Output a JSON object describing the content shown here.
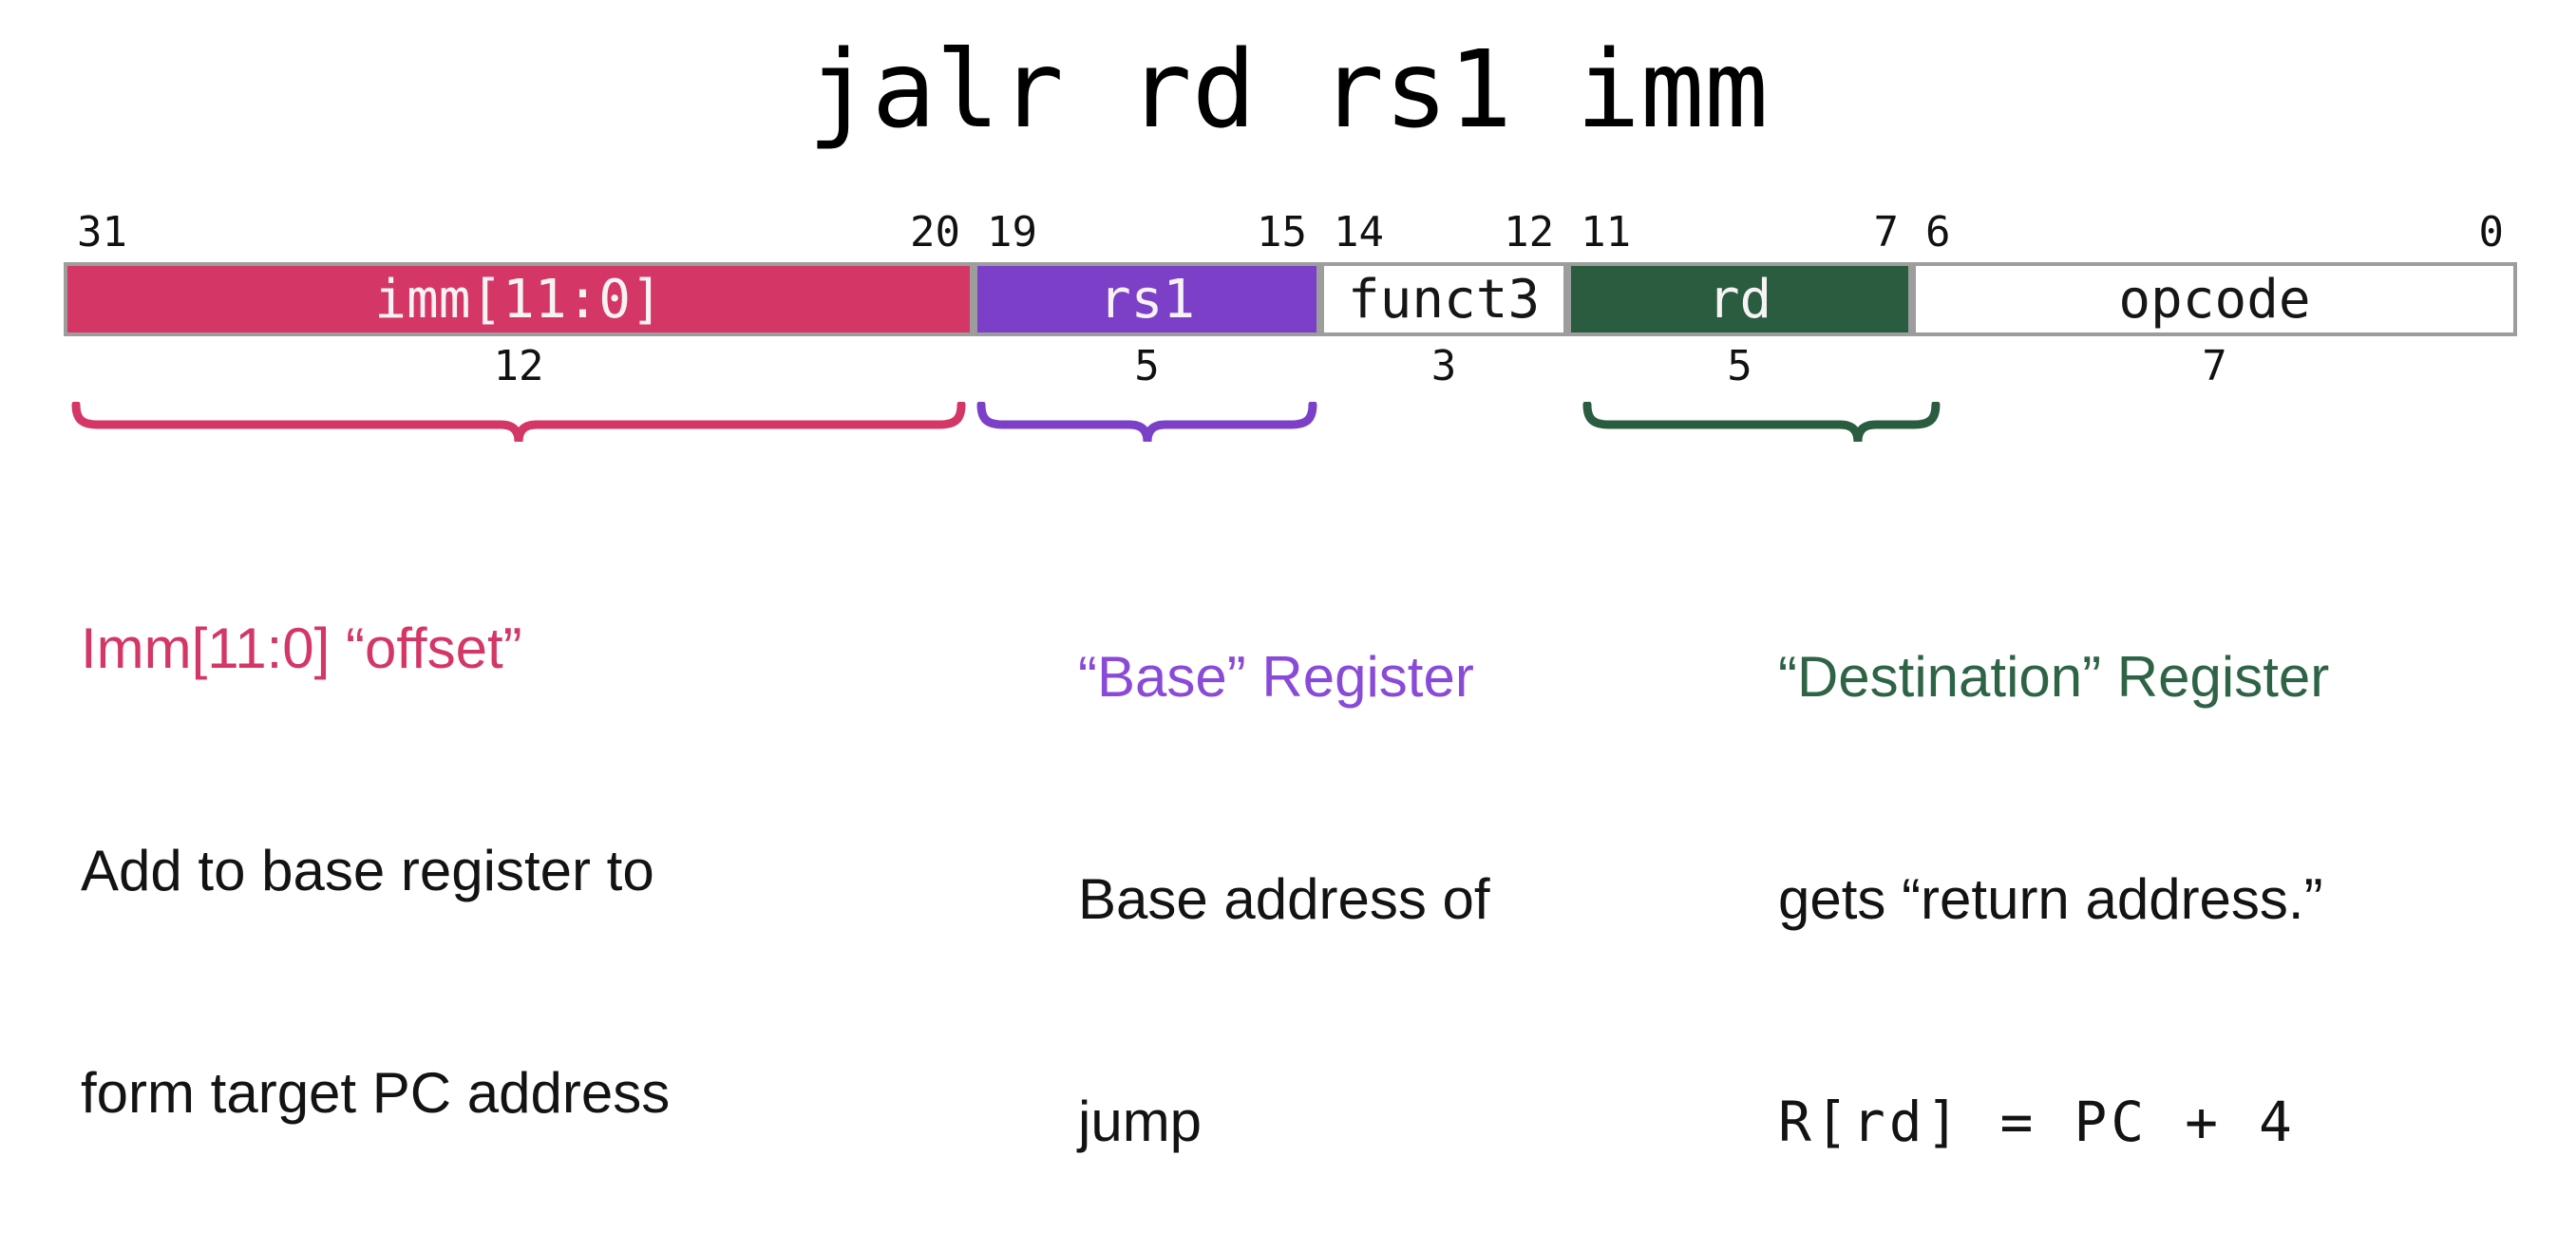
{
  "page_title": "jalr rd rs1 imm",
  "instruction": {
    "border_color": "#9d9d9d",
    "fields": [
      {
        "label": "imm[11:0]",
        "bit_high": "31",
        "bit_low": "20",
        "width_bits": "12",
        "fill": "#d43766",
        "text": "#f7f3f4",
        "brace": true,
        "brace_tip": 0.5
      },
      {
        "label": "rs1",
        "bit_high": "19",
        "bit_low": "15",
        "width_bits": "5",
        "fill": "#7c40c8",
        "text": "#f7f3f4",
        "brace": true,
        "brace_tip": 0.5
      },
      {
        "label": "funct3",
        "bit_high": "14",
        "bit_low": "12",
        "width_bits": "3",
        "fill": "#ffffff",
        "text": "#161616",
        "brace": false,
        "brace_tip": 0.5
      },
      {
        "label": "rd",
        "bit_high": "11",
        "bit_low": "7",
        "width_bits": "5",
        "fill": "#2a5c40",
        "text": "#f7f3f4",
        "brace": true,
        "brace_tip": 0.77
      },
      {
        "label": "opcode",
        "bit_high": "6",
        "bit_low": "0",
        "width_bits": "7",
        "fill": "#ffffff",
        "text": "#161616",
        "brace": false,
        "brace_tip": 0.5
      }
    ]
  },
  "annotations": [
    {
      "heading": "Imm[11:0] “offset”",
      "heading_color": "#d43766",
      "line1": "Add to base register to",
      "line2": "form target PC address",
      "code_line": ""
    },
    {
      "heading": "“Base” Register",
      "heading_color": "#8a4ad8",
      "line1": "Base address of",
      "line2": "jump",
      "code_line": ""
    },
    {
      "heading": "“Destination” Register",
      "heading_color": "#2e6346",
      "line1": "gets “return address.”",
      "line2": "",
      "code_line": "R[rd] = PC + 4"
    }
  ]
}
